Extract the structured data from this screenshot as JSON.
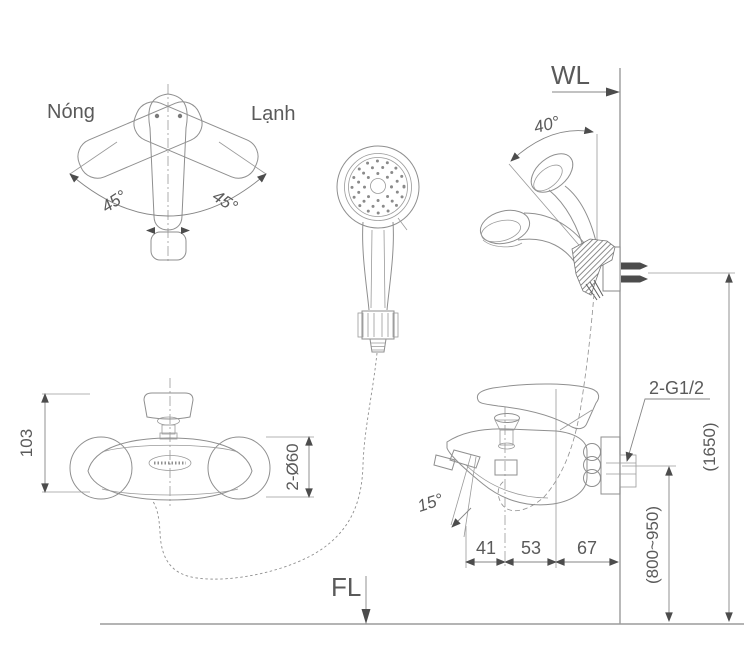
{
  "drawing": {
    "type": "installation-technical-drawing",
    "labels": {
      "hot": "Nóng",
      "cold": "Lạnh",
      "water_line": "WL",
      "floor_line": "FL"
    },
    "angles": {
      "handle_swing_left": "45°",
      "handle_swing_right": "45°",
      "holder_tilt": "40°",
      "spout_angle": "15°"
    },
    "dimensions": {
      "faucet_height": "103",
      "escutcheon_diameter": "2-Ø60",
      "spout_reach": "41",
      "body_depth": "53",
      "inlet_offset": "67",
      "inlet_thread": "2-G1/2",
      "install_height": "(800~950)",
      "hanger_height": "(1650)"
    },
    "colors": {
      "background": "#ffffff",
      "object_line": "#8f8f8f",
      "dimension_line": "#858585",
      "text": "#5a5a5a",
      "arrow": "#4c4c4c"
    }
  }
}
